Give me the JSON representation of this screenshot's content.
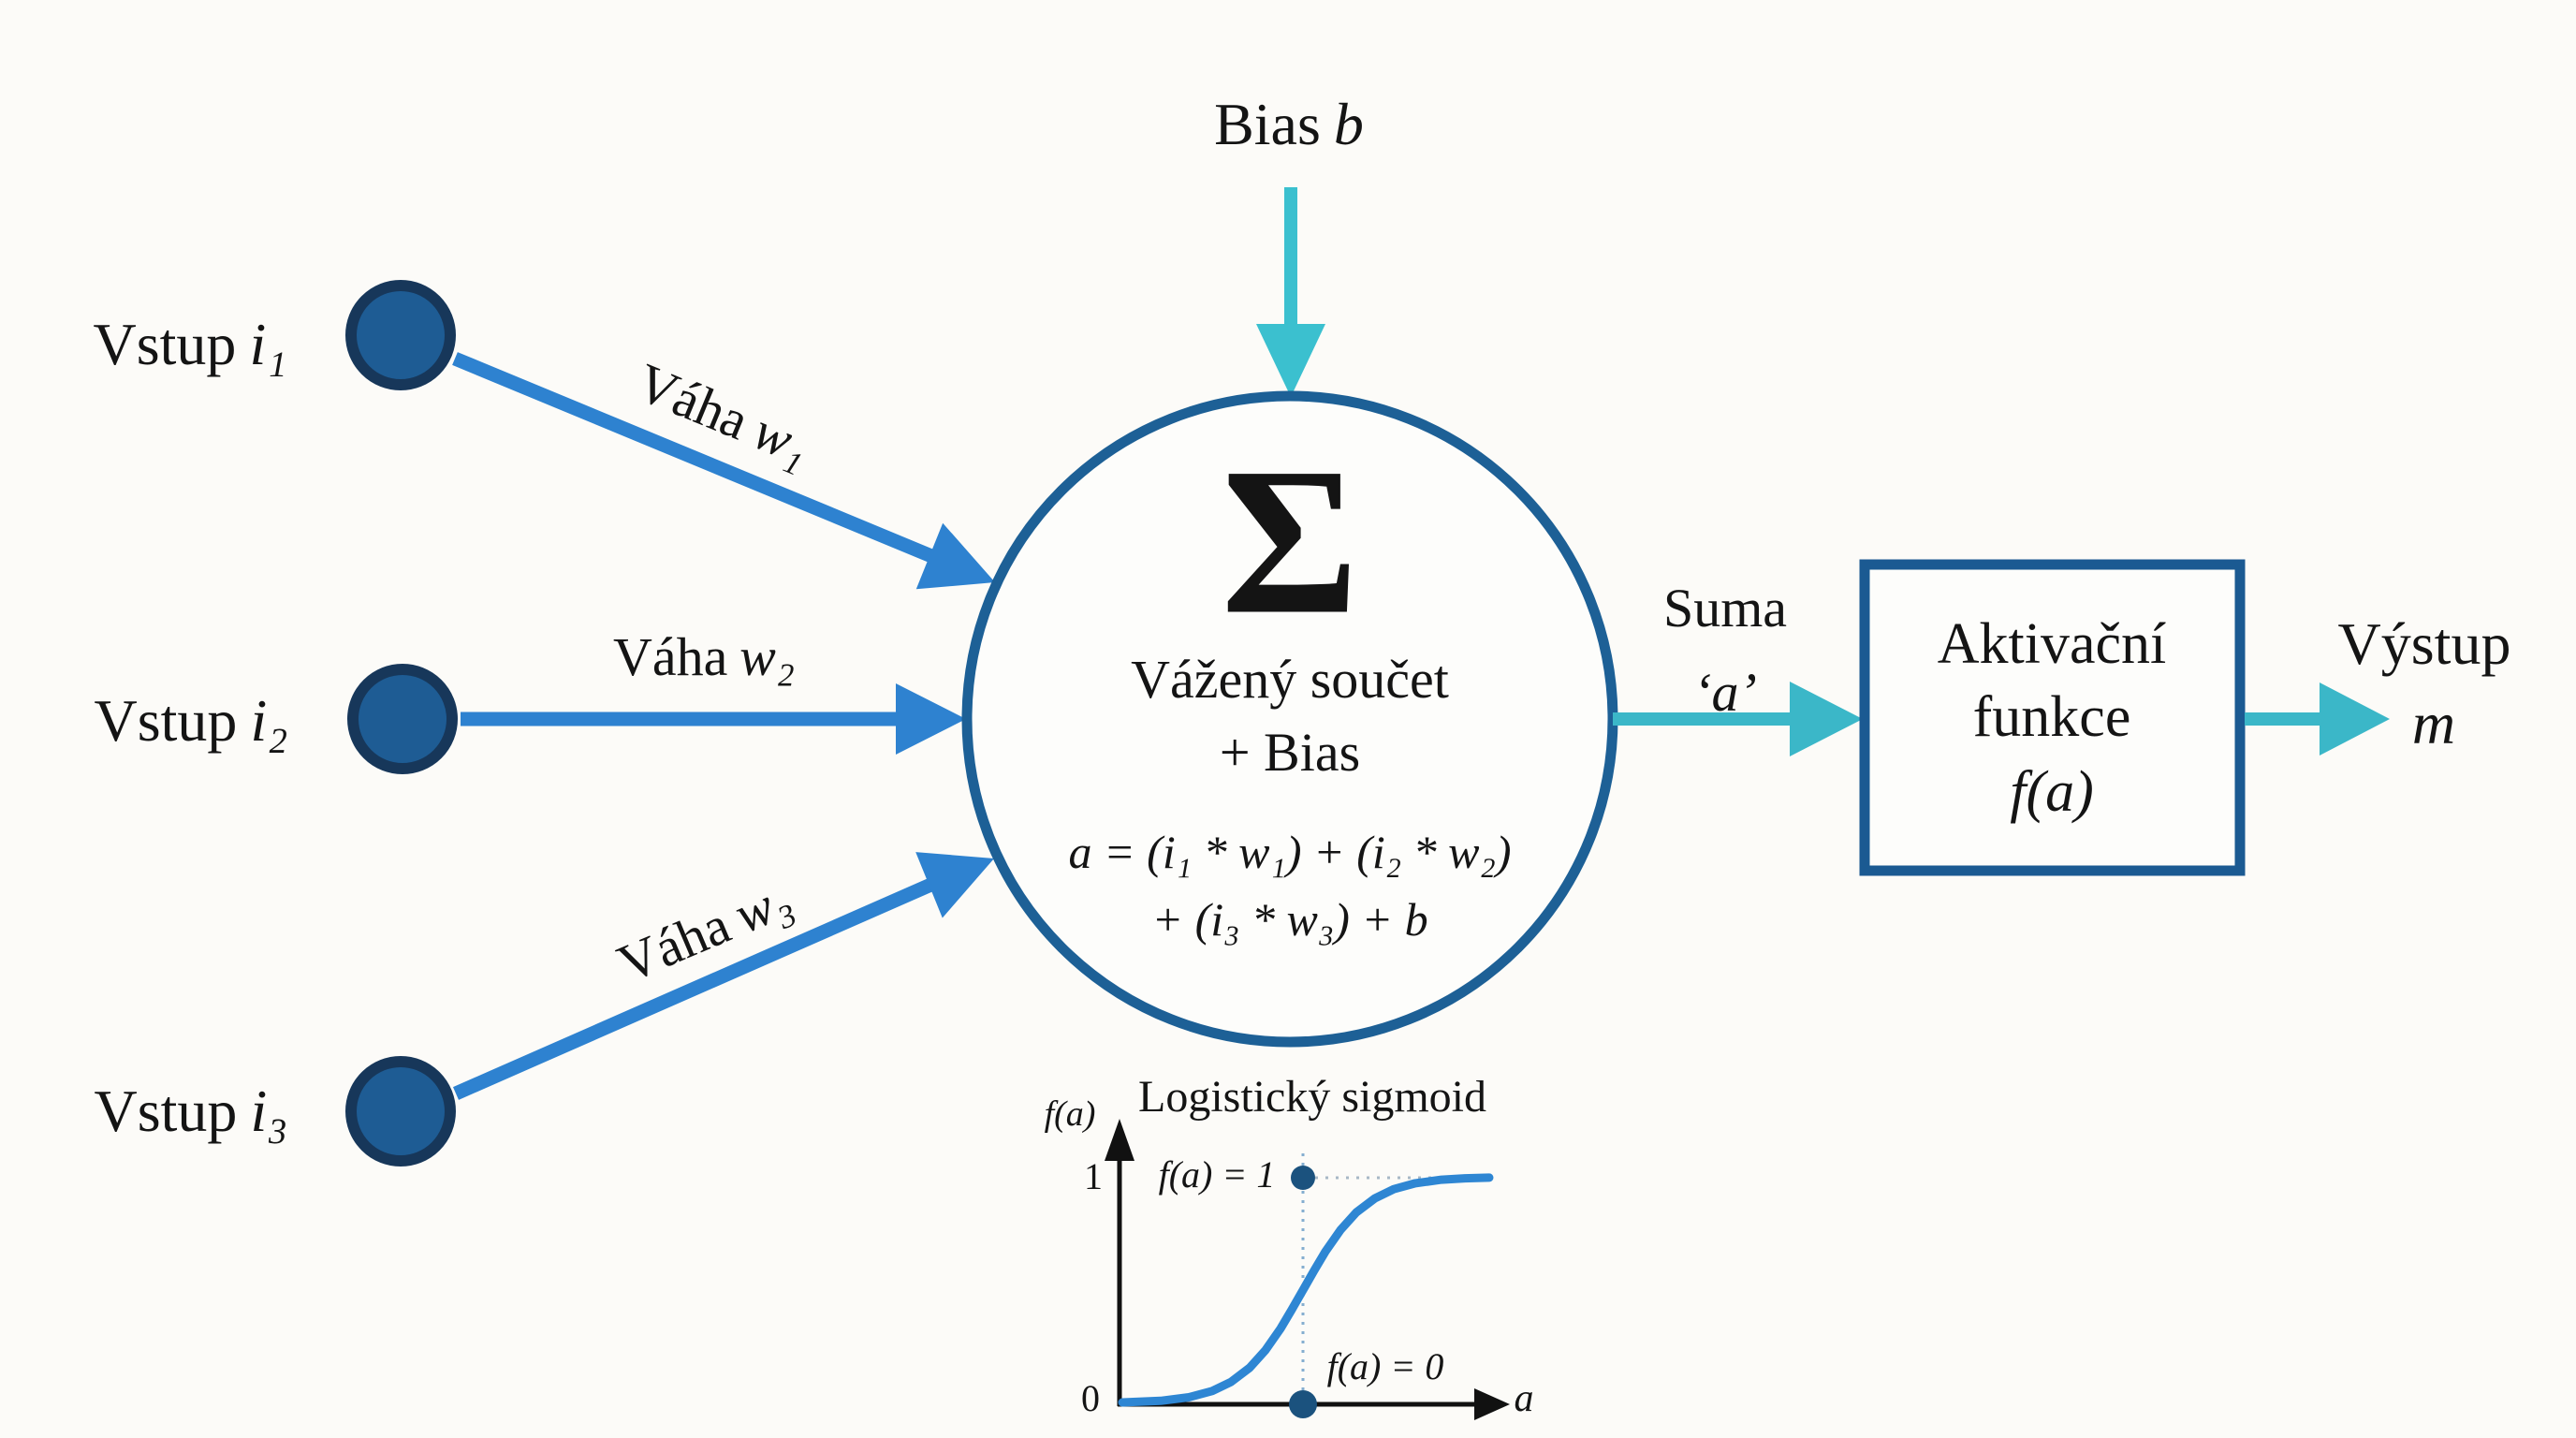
{
  "inputs": [
    {
      "label": "Vstup",
      "symbol": "i₁"
    },
    {
      "label": "Vstup",
      "symbol": "i₂"
    },
    {
      "label": "Vstup",
      "symbol": "i₃"
    }
  ],
  "weights": [
    {
      "label": "Váha",
      "symbol": "w₁"
    },
    {
      "label": "Váha",
      "symbol": "w₂"
    },
    {
      "label": "Váha",
      "symbol": "w₃"
    }
  ],
  "bias": {
    "label": "Bias",
    "symbol": "b"
  },
  "neuron": {
    "sigma": "Σ",
    "title1": "Vážený součet",
    "title2": "+ Bias",
    "formula1": "a = (i₁ * w₁) + (i₂ * w₂)",
    "formula2": "+ (i₃ * w₃) + b"
  },
  "sum": {
    "label": "Suma",
    "symbol": "‘a’"
  },
  "activation": {
    "line1": "Aktivační",
    "line2": "funkce",
    "line3": "f(a)"
  },
  "output": {
    "label": "Výstup",
    "symbol": "m"
  },
  "sigmoid": {
    "title": "Logistický sigmoid",
    "y_axis_label": "f(a)",
    "x_axis_label": "a",
    "tick_top": "1",
    "tick_bottom": "0",
    "annotation_top": "f(a) = 1",
    "annotation_bottom": "f(a) = 0"
  },
  "colors": {
    "node_fill": "#1E5C94",
    "node_ring": "#17375A",
    "weight_arrow": "#2E82D0",
    "neuron_ring": "#1D6096",
    "teal_arrow": "#3BB7C8",
    "box_border": "#1B5A92",
    "curve": "#2E86D3",
    "marker_dot": "#1B527E",
    "text": "#141414"
  },
  "chart_data": {
    "type": "line",
    "title": "Logistický sigmoid",
    "xlabel": "a",
    "ylabel": "f(a)",
    "ylim": [
      0,
      1
    ],
    "yticks": [
      0,
      1
    ],
    "legend": "none",
    "grid": false,
    "annotations": [
      {
        "text": "f(a) = 1",
        "y": 1
      },
      {
        "text": "f(a) = 0",
        "y": 0
      }
    ],
    "series": [
      {
        "name": "logisticky-sigmoid",
        "description": "logistic sigmoid rising from 0 to 1, midpoint marked by dotted vertical line",
        "x": [
          -6,
          -4,
          -2,
          -1,
          0,
          1,
          2,
          4,
          6
        ],
        "y": [
          0.002,
          0.018,
          0.119,
          0.269,
          0.5,
          0.731,
          0.881,
          0.982,
          0.998
        ]
      }
    ]
  }
}
